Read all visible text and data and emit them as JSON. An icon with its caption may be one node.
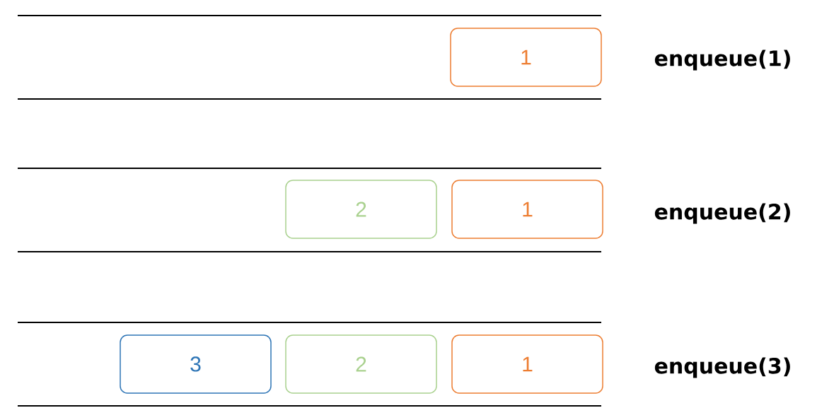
{
  "diagram": {
    "nodes": [
      {
        "text": [
          "1"
        ]
      },
      {
        "text": [
          "2"
        ]
      },
      {
        "text": [
          "1"
        ]
      },
      {
        "text": [
          "3"
        ]
      },
      {
        "text": [
          "2"
        ]
      },
      {
        "text": [
          "1"
        ]
      }
    ],
    "labels": [
      "enqueue(1)",
      "enqueue(2)",
      "enqueue(3)"
    ]
  }
}
